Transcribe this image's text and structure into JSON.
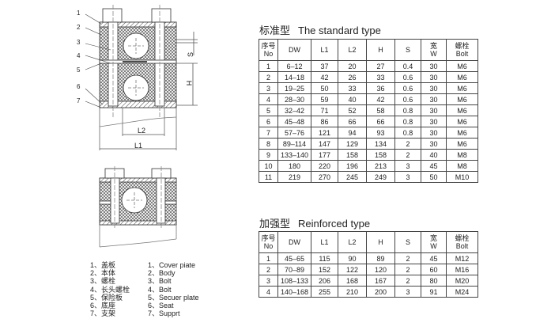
{
  "drawing": {
    "callouts": [
      "1",
      "2",
      "3",
      "4",
      "5",
      "6",
      "7"
    ],
    "dimensions": {
      "s": "S",
      "h": "H",
      "l1": "L1",
      "l2": "L2"
    }
  },
  "legend": {
    "zh": [
      "1、盖板",
      "2、本体",
      "3、螺栓",
      "4、长头螺栓",
      "5、保险板",
      "6、底座",
      "7、支架"
    ],
    "en": [
      "1、Cover piate",
      "2、Body",
      "3、Bolt",
      "4、Bolt",
      "5、Secuer plate",
      "6、Seat",
      "7、Supprt"
    ]
  },
  "standard": {
    "title_zh": "标准型",
    "title_en": "The standard type",
    "headers": [
      [
        "序号",
        "No"
      ],
      [
        "DW",
        ""
      ],
      [
        "L1",
        ""
      ],
      [
        "L2",
        ""
      ],
      [
        "H",
        ""
      ],
      [
        "S",
        ""
      ],
      [
        "宽",
        "W"
      ],
      [
        "螺栓",
        "Bolt"
      ]
    ],
    "rows": [
      [
        "1",
        "6–12",
        "37",
        "20",
        "27",
        "0.4",
        "30",
        "M6"
      ],
      [
        "2",
        "14–18",
        "42",
        "26",
        "33",
        "0.6",
        "30",
        "M6"
      ],
      [
        "3",
        "19–25",
        "50",
        "33",
        "36",
        "0.6",
        "30",
        "M6"
      ],
      [
        "4",
        "28–30",
        "59",
        "40",
        "42",
        "0.6",
        "30",
        "M6"
      ],
      [
        "5",
        "32–42",
        "71",
        "52",
        "58",
        "0.8",
        "30",
        "M6"
      ],
      [
        "6",
        "45–48",
        "86",
        "66",
        "66",
        "0.8",
        "30",
        "M6"
      ],
      [
        "7",
        "57–76",
        "121",
        "94",
        "93",
        "0.8",
        "30",
        "M6"
      ],
      [
        "8",
        "89–114",
        "147",
        "129",
        "134",
        "2",
        "30",
        "M6"
      ],
      [
        "9",
        "133–140",
        "177",
        "158",
        "158",
        "2",
        "40",
        "M8"
      ],
      [
        "10",
        "180",
        "220",
        "196",
        "213",
        "3",
        "45",
        "M8"
      ],
      [
        "11",
        "219",
        "270",
        "245",
        "249",
        "3",
        "50",
        "M10"
      ]
    ]
  },
  "reinforced": {
    "title_zh": "加强型",
    "title_en": "Reinforced type",
    "headers": [
      [
        "序号",
        "No"
      ],
      [
        "DW",
        ""
      ],
      [
        "L1",
        ""
      ],
      [
        "L2",
        ""
      ],
      [
        "H",
        ""
      ],
      [
        "S",
        ""
      ],
      [
        "宽",
        "W"
      ],
      [
        "螺栓",
        "Bolt"
      ]
    ],
    "rows": [
      [
        "1",
        "45–65",
        "115",
        "90",
        "89",
        "2",
        "45",
        "M12"
      ],
      [
        "2",
        "70–89",
        "152",
        "122",
        "120",
        "2",
        "60",
        "M16"
      ],
      [
        "3",
        "108–133",
        "206",
        "168",
        "167",
        "2",
        "80",
        "M20"
      ],
      [
        "4",
        "140–168",
        "255",
        "210",
        "200",
        "3",
        "91",
        "M24"
      ]
    ]
  }
}
